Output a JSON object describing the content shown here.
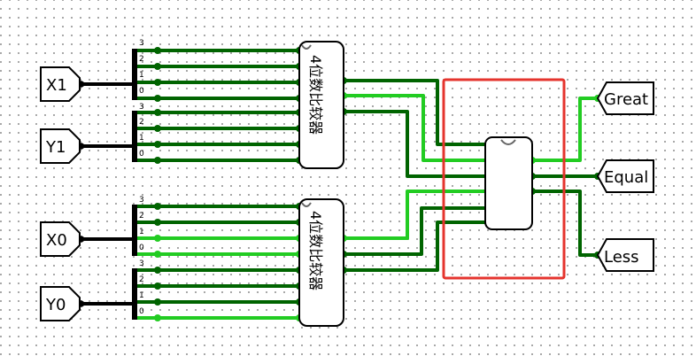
{
  "colors": {
    "wire_dark": "#006400",
    "wire_bright": "#22cc22",
    "wire_black": "#000000",
    "selection": "#e5342e",
    "component_fill": "#ffffff",
    "component_stroke": "#000000"
  },
  "inputs": [
    {
      "id": "x1",
      "label": "X1"
    },
    {
      "id": "y1",
      "label": "Y1"
    },
    {
      "id": "x0",
      "label": "X0"
    },
    {
      "id": "y0",
      "label": "Y0"
    }
  ],
  "outputs": [
    {
      "id": "great",
      "label": "Great"
    },
    {
      "id": "equal",
      "label": "Equal"
    },
    {
      "id": "less",
      "label": "Less"
    }
  ],
  "splitter_bits": [
    "3",
    "2",
    "1",
    "0"
  ],
  "comparators": [
    {
      "id": "upper",
      "label": "4位数比较器"
    },
    {
      "id": "lower",
      "label": "4位数比较器"
    }
  ],
  "subcircuit": {
    "id": "cascade"
  }
}
